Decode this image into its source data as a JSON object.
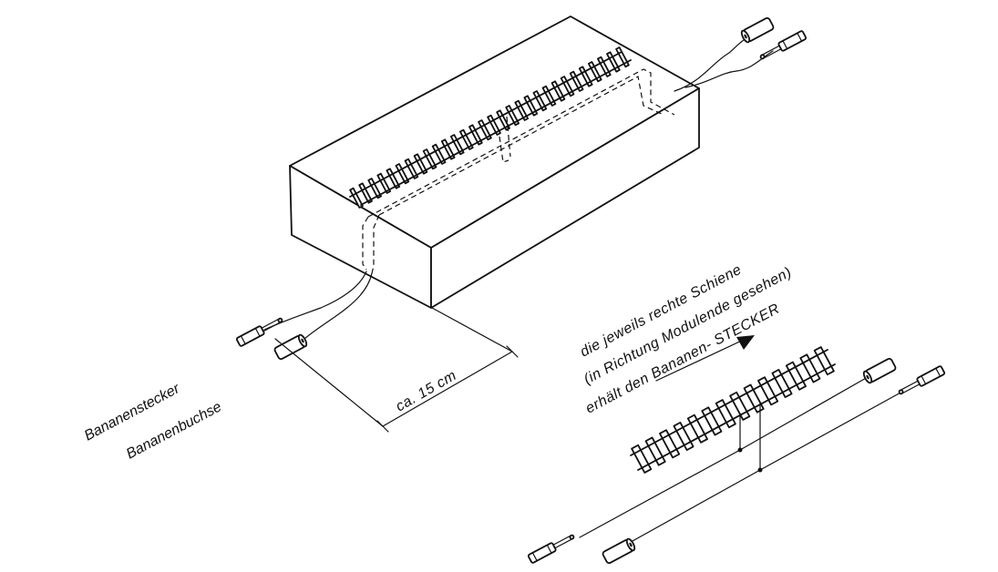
{
  "labels": {
    "plug": "Bananenstecker",
    "socket": "Bananenbuchse",
    "dimension": "ca. 15 cm",
    "note_line1": "die jeweils rechte Schiene",
    "note_line2": "(in Richtung Modulende gesehen)",
    "note_line3": "erhält den Bananen- STECKER"
  },
  "colors": {
    "ink": "#111111",
    "paper": "#ffffff"
  },
  "icons": [
    "banana-plug-icon",
    "banana-socket-icon",
    "direction-arrow-icon"
  ]
}
